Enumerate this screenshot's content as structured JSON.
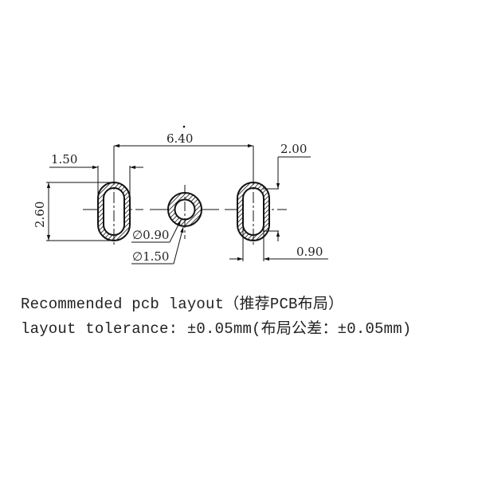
{
  "drawing": {
    "title": "Recommended pcb layout",
    "dimensions": {
      "pitch": "6.40",
      "slot_outer_width": "1.50",
      "slot_outer_height": "2.60",
      "slot_height_right": "2.00",
      "slot_inner_width": "0.90",
      "hole_inner_diameter": "∅0.90",
      "hole_outer_diameter": "∅1.50"
    },
    "pads": [
      {
        "type": "slot",
        "position": "left"
      },
      {
        "type": "round",
        "position": "center"
      },
      {
        "type": "slot",
        "position": "right"
      }
    ]
  },
  "notes": {
    "line1": "Recommended pcb layout（推荐PCB布局）",
    "line2": "layout tolerance: ±0.05mm(布局公差：±0.05mm)"
  }
}
